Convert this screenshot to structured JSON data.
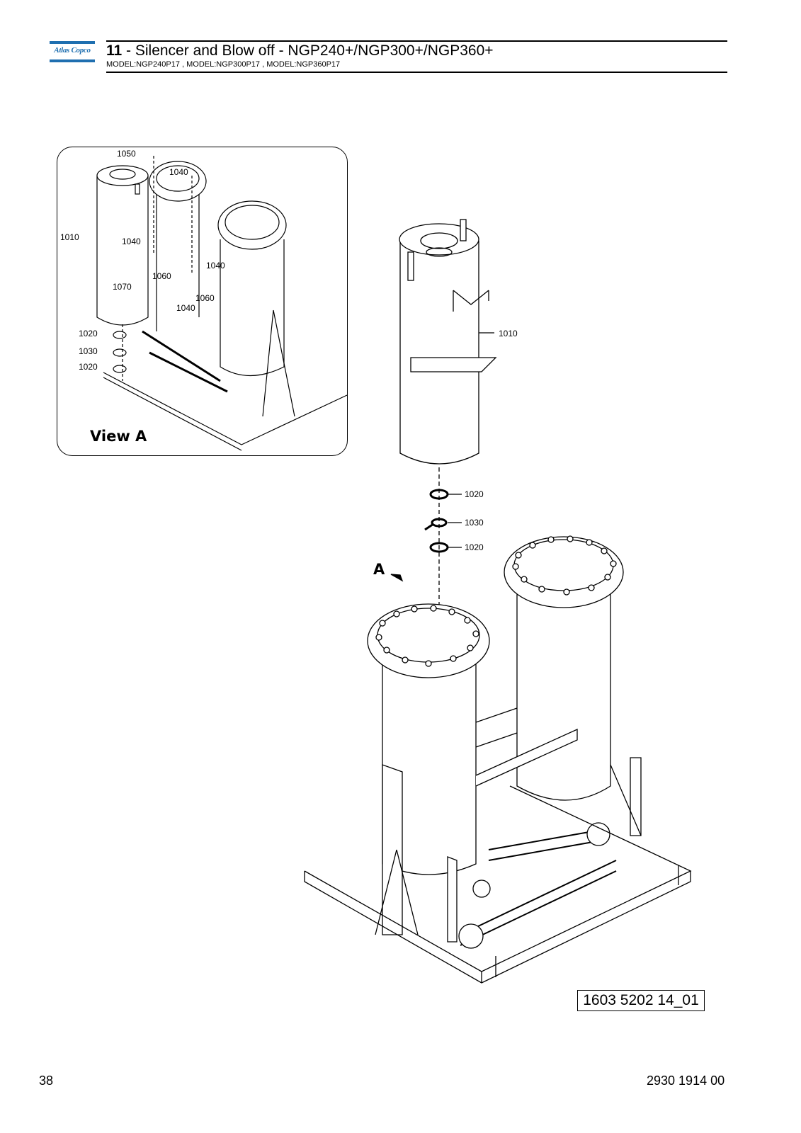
{
  "header": {
    "logo_text": "Atlas Copco",
    "section_number": "11",
    "section_title": " - Silencer and Blow off - NGP240+/NGP300+/NGP360+",
    "models": "MODEL:NGP240P17 , MODEL:NGP300P17 , MODEL:NGP360P17"
  },
  "view_a": {
    "label": "View A",
    "callouts": {
      "c1050": "1050",
      "c1040a": "1040",
      "c1010": "1010",
      "c1040b": "1040",
      "c1060a": "1060",
      "c1040c": "1040",
      "c1070": "1070",
      "c1060b": "1060",
      "c1040d": "1040",
      "c1020a": "1020",
      "c1030": "1030",
      "c1020b": "1020"
    }
  },
  "main": {
    "view_marker": "A",
    "callouts": {
      "c1010": "1010",
      "c1020a": "1020",
      "c1030": "1030",
      "c1020b": "1020"
    }
  },
  "footer": {
    "drawing_number": "1603 5202 14_01",
    "page_number": "38",
    "document_number": "2930 1914 00"
  },
  "colors": {
    "brand": "#1f6fb0"
  }
}
